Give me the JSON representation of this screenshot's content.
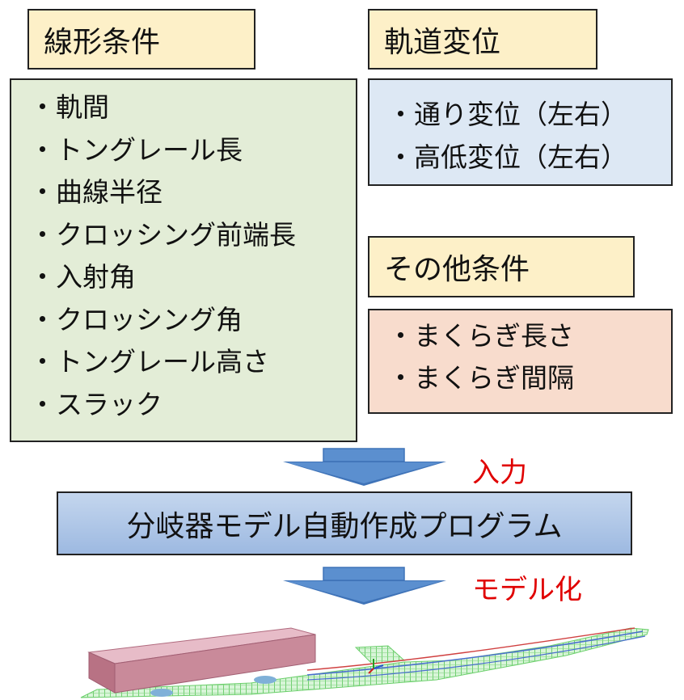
{
  "linear_conditions": {
    "title": "線形条件",
    "items": [
      "・軌間",
      "・トングレール長",
      "・曲線半径",
      "・クロッシング前端長",
      "・入射角",
      "・クロッシング角",
      "・トングレール高さ",
      "・スラック"
    ]
  },
  "track_irregularity": {
    "title": "軌道変位",
    "items": [
      "・通り変位（左右）",
      "・高低変位（左右）"
    ]
  },
  "other_conditions": {
    "title": "その他条件",
    "items": [
      "・まくらぎ長さ",
      "・まくらぎ間隔"
    ]
  },
  "arrows": {
    "input_label": "入力",
    "model_label": "モデル化"
  },
  "program": {
    "label": "分岐器モデル自動作成プログラム"
  },
  "colors": {
    "header_fill": "#fdf0c8",
    "linear_fill": "#e3edd7",
    "track_fill": "#dde8f4",
    "other_fill": "#f8dccd",
    "program_fill": "#9db9e1",
    "arrow_fill": "#5b8fcf",
    "label_red": "#e00000",
    "vehicle_body": "#c98a9a",
    "mesh_green": "#7fdc7f"
  }
}
